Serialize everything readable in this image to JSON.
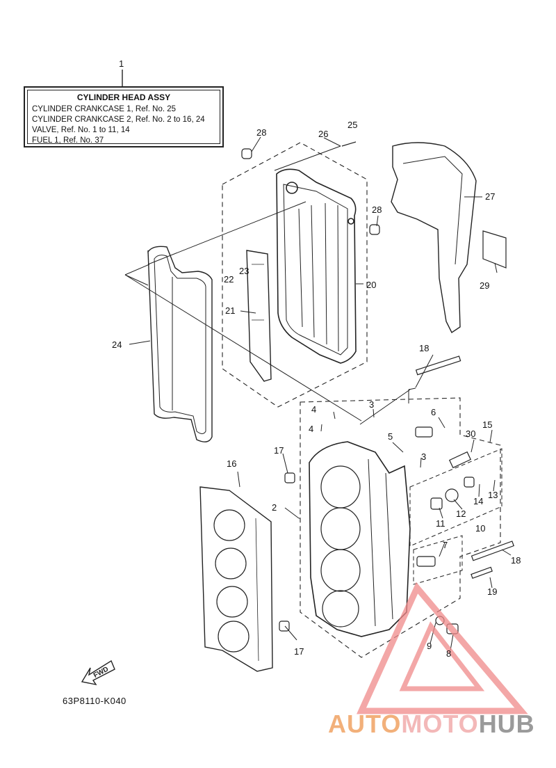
{
  "legend": {
    "ref": "1",
    "title": "CYLINDER HEAD ASSY",
    "lines": [
      "CYLINDER CRANKCASE 1,  Ref. No. 25",
      "CYLINDER CRANKCASE 2,  Ref. No. 2 to 16, 24",
      "VALVE,  Ref. No. 1 to 11, 14",
      "FUEL 1,  Ref. No. 37"
    ]
  },
  "callouts": {
    "c2": "2",
    "c3a": "3",
    "c3b": "3",
    "c4a": "4",
    "c4b": "4",
    "c5": "5",
    "c6": "6",
    "c7": "7",
    "c8": "8",
    "c9": "9",
    "c10": "10",
    "c11": "11",
    "c12": "12",
    "c13": "13",
    "c14": "14",
    "c15": "15",
    "c16": "16",
    "c17a": "17",
    "c17b": "17",
    "c18a": "18",
    "c18b": "18",
    "c19": "19",
    "c20": "20",
    "c21": "21",
    "c22": "22",
    "c23": "23",
    "c24": "24",
    "c25": "25",
    "c26": "26",
    "c27": "27",
    "c28a": "28",
    "c28b": "28",
    "c29": "29",
    "c30": "30"
  },
  "fwd_label": "FWD",
  "diagram_code": "63P8110-K040",
  "watermark": {
    "part1": "AUTO",
    "part2": "MOTO",
    "part3": "HUB",
    "colors": {
      "auto": "#f2b07a",
      "moto": "#f3b8b8",
      "hub": "#9a9a9a",
      "triangle": "#f08a8a"
    }
  }
}
